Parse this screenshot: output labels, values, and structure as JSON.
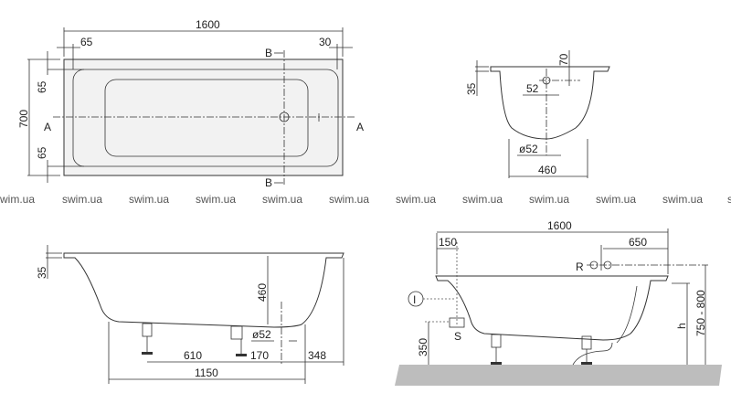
{
  "watermark": "swim.ua",
  "top_view": {
    "length": "1600",
    "left_rim": "65",
    "right_rim": "30",
    "width": "700",
    "side_rim_top": "65",
    "side_rim_bottom": "65",
    "section_a": "A",
    "section_b": "B"
  },
  "end_view": {
    "rim": "35",
    "overflow_height": "70",
    "overflow_dia": "52",
    "drain_dia": "ø52",
    "bottom_width": "460"
  },
  "side_view": {
    "rim": "35",
    "depth": "460",
    "drain_dia": "ø52",
    "leg_spacing": "610",
    "leg_to_drain": "170",
    "drain_to_end": "348",
    "bottom_length": "1150"
  },
  "install_view": {
    "length": "1600",
    "inlet_offset": "150",
    "overflow_offset": "650",
    "overflow_label": "R",
    "inlet_label": "I",
    "supply_label": "S",
    "supply_height": "350",
    "height_label": "h",
    "total_height": "750 - 800"
  },
  "colors": {
    "floor": "#bdbdbd",
    "tub": "#f4f4f4",
    "line": "#333333"
  }
}
